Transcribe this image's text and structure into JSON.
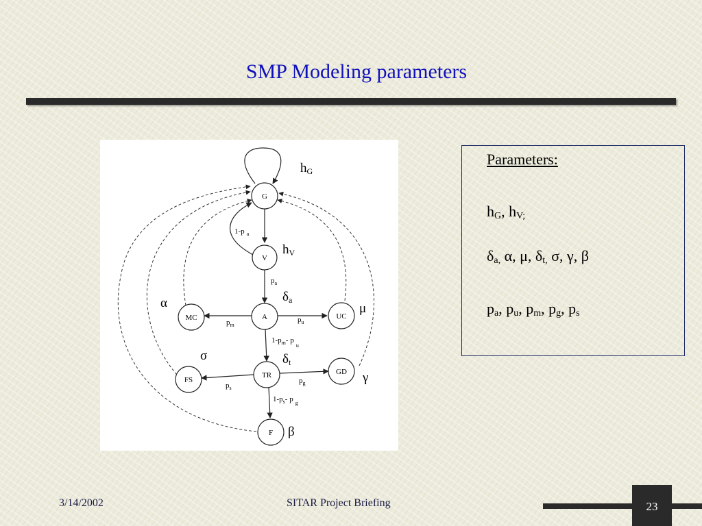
{
  "slide": {
    "title": "SMP Modeling parameters",
    "footer_date": "3/14/2002",
    "footer_title": "SITAR Project Briefing",
    "page_number": "23"
  },
  "diagram": {
    "nodes": [
      "G",
      "V",
      "A",
      "MC",
      "UC",
      "TR",
      "FS",
      "GD",
      "F"
    ],
    "edge_labels": {
      "g_to_v": "1-p",
      "g_to_v_sub": "a",
      "v_to_a": "p",
      "v_to_a_sub": "a",
      "a_to_mc": "p",
      "a_to_mc_sub": "m",
      "a_to_uc": "p",
      "a_to_uc_sub": "u",
      "a_to_tr": "1-p",
      "a_to_tr_sub1": "m",
      "a_to_tr_mid": "- p",
      "a_to_tr_sub2": "u",
      "tr_to_fs": "p",
      "tr_to_fs_sub": "s",
      "tr_to_gd": "p",
      "tr_to_gd_sub": "g",
      "tr_to_f": "1-p",
      "tr_to_f_sub1": "s",
      "tr_to_f_mid": "- p",
      "tr_to_f_sub2": "g"
    },
    "overlay": {
      "hG": "h",
      "hG_sub": "G",
      "hV": "h",
      "hV_sub": "V",
      "delta_a": "δ",
      "delta_a_sub": "a",
      "delta_t": "δ",
      "delta_t_sub": "t",
      "alpha": "α",
      "mu": "μ",
      "sigma": "σ",
      "gamma": "γ",
      "beta": "β"
    }
  },
  "parameters": {
    "heading": "Parameters:",
    "line1": {
      "h1": "h",
      "h1_sub": "G",
      "sep": ", ",
      "h2": "h",
      "h2_sub": "V;"
    },
    "line2": {
      "d1": "δ",
      "d1_sub": "a,",
      "rest1": " α, μ, ",
      "d2": "δ",
      "d2_sub": "t,",
      "rest2": " σ, γ, β"
    },
    "line3": {
      "p1": "p",
      "p1_sub": "a",
      "c1": ", ",
      "p2": "p",
      "p2_sub": "u",
      "c2": ", ",
      "p3": "p",
      "p3_sub": "m",
      "c3": ", ",
      "p4": "p",
      "p4_sub": "g",
      "c4": ", ",
      "p5": "p",
      "p5_sub": "s"
    }
  }
}
